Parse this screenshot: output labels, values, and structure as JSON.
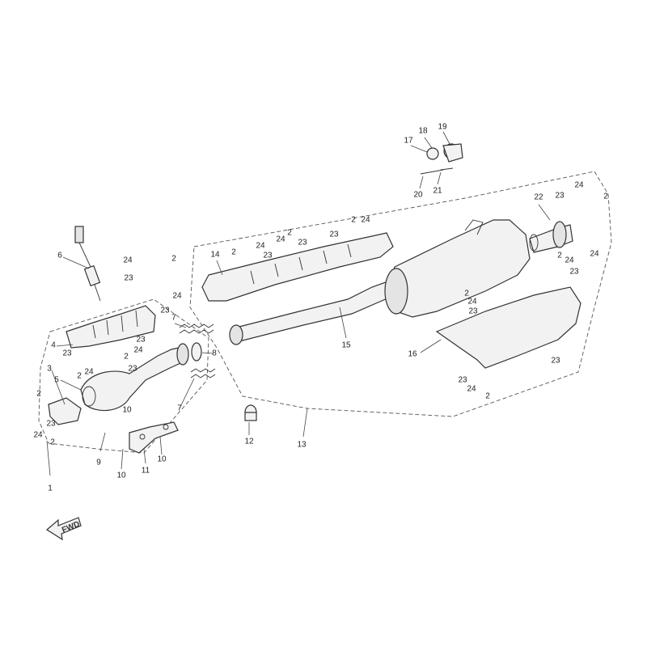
{
  "diagram": {
    "fwd_label": "FWD",
    "callouts": [
      {
        "id": "c1",
        "text": "1"
      },
      {
        "id": "c2a",
        "text": "2"
      },
      {
        "id": "c2b",
        "text": "2"
      },
      {
        "id": "c2c",
        "text": "2"
      },
      {
        "id": "c2d",
        "text": "2"
      },
      {
        "id": "c2e",
        "text": "2"
      },
      {
        "id": "c2f",
        "text": "2"
      },
      {
        "id": "c2g",
        "text": "2"
      },
      {
        "id": "c2h",
        "text": "2"
      },
      {
        "id": "c2i",
        "text": "2"
      },
      {
        "id": "c2j",
        "text": "2"
      },
      {
        "id": "c2k",
        "text": "2"
      },
      {
        "id": "c2l",
        "text": "2"
      },
      {
        "id": "c3",
        "text": "3"
      },
      {
        "id": "c4",
        "text": "4"
      },
      {
        "id": "c5",
        "text": "5"
      },
      {
        "id": "c6",
        "text": "6"
      },
      {
        "id": "c7a",
        "text": "7"
      },
      {
        "id": "c7b",
        "text": "7"
      },
      {
        "id": "c8",
        "text": "8"
      },
      {
        "id": "c9",
        "text": "9"
      },
      {
        "id": "c10a",
        "text": "10"
      },
      {
        "id": "c10b",
        "text": "10"
      },
      {
        "id": "c10c",
        "text": "10"
      },
      {
        "id": "c11",
        "text": "11"
      },
      {
        "id": "c12",
        "text": "12"
      },
      {
        "id": "c13",
        "text": "13"
      },
      {
        "id": "c14",
        "text": "14"
      },
      {
        "id": "c15",
        "text": "15"
      },
      {
        "id": "c16",
        "text": "16"
      },
      {
        "id": "c17",
        "text": "17"
      },
      {
        "id": "c18",
        "text": "18"
      },
      {
        "id": "c19",
        "text": "19"
      },
      {
        "id": "c20",
        "text": "20"
      },
      {
        "id": "c21",
        "text": "21"
      },
      {
        "id": "c22",
        "text": "22"
      },
      {
        "id": "c23a",
        "text": "23"
      },
      {
        "id": "c23b",
        "text": "23"
      },
      {
        "id": "c23c",
        "text": "23"
      },
      {
        "id": "c23d",
        "text": "23"
      },
      {
        "id": "c23e",
        "text": "23"
      },
      {
        "id": "c23f",
        "text": "23"
      },
      {
        "id": "c23g",
        "text": "23"
      },
      {
        "id": "c23h",
        "text": "23"
      },
      {
        "id": "c23i",
        "text": "23"
      },
      {
        "id": "c23j",
        "text": "23"
      },
      {
        "id": "c23k",
        "text": "23"
      },
      {
        "id": "c23l",
        "text": "23"
      },
      {
        "id": "c23m",
        "text": "23"
      },
      {
        "id": "c23n",
        "text": "23"
      },
      {
        "id": "c24a",
        "text": "24"
      },
      {
        "id": "c24b",
        "text": "24"
      },
      {
        "id": "c24c",
        "text": "24"
      },
      {
        "id": "c24d",
        "text": "24"
      },
      {
        "id": "c24e",
        "text": "24"
      },
      {
        "id": "c24f",
        "text": "24"
      },
      {
        "id": "c24g",
        "text": "24"
      },
      {
        "id": "c24h",
        "text": "24"
      },
      {
        "id": "c24i",
        "text": "24"
      },
      {
        "id": "c24j",
        "text": "24"
      },
      {
        "id": "c24k",
        "text": "24"
      },
      {
        "id": "c24l",
        "text": "24"
      },
      {
        "id": "c24m",
        "text": "24"
      }
    ]
  }
}
